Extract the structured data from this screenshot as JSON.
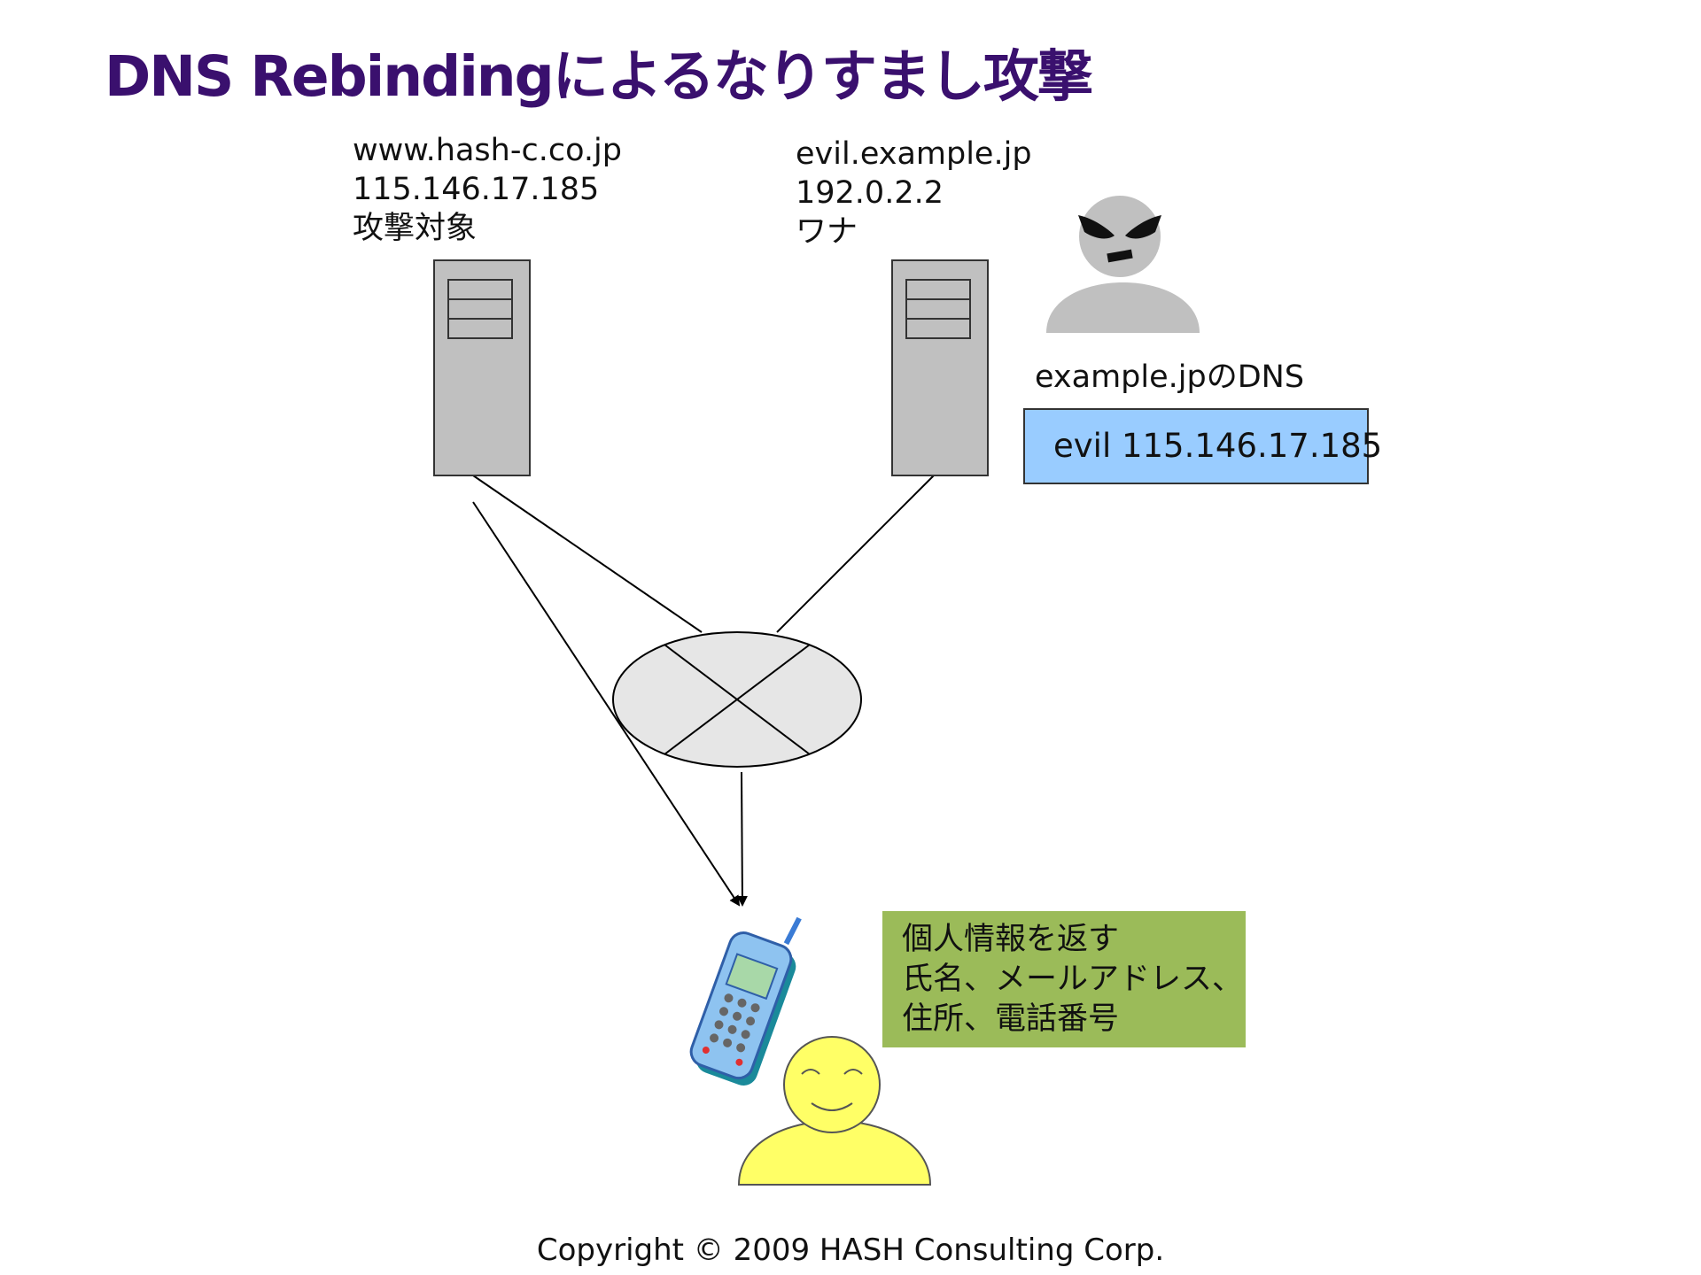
{
  "title": "DNS Rebindingによるなりすまし攻撃",
  "server_target": {
    "host": "www.hash-c.co.jp",
    "ip": "115.146.17.185",
    "role": "攻撃対象"
  },
  "server_trap": {
    "host": "evil.example.jp",
    "ip": "192.0.2.2",
    "role": "ワナ"
  },
  "dns": {
    "label": "example.jpのDNS",
    "record": "evil 115.146.17.185"
  },
  "info_box": {
    "line1": "個人情報を返す",
    "line2": "氏名、メールアドレス、",
    "line3": "住所、電話番号"
  },
  "footer": {
    "copyright": "Copyright © 2009 HASH Consulting Corp."
  },
  "colors": {
    "title": "#3a106e",
    "dns_box": "#99ccff",
    "info_box": "#9bbb59",
    "user_face": "#ffff66",
    "attacker": "#c0c0c0",
    "server": "#c0c0c0"
  }
}
